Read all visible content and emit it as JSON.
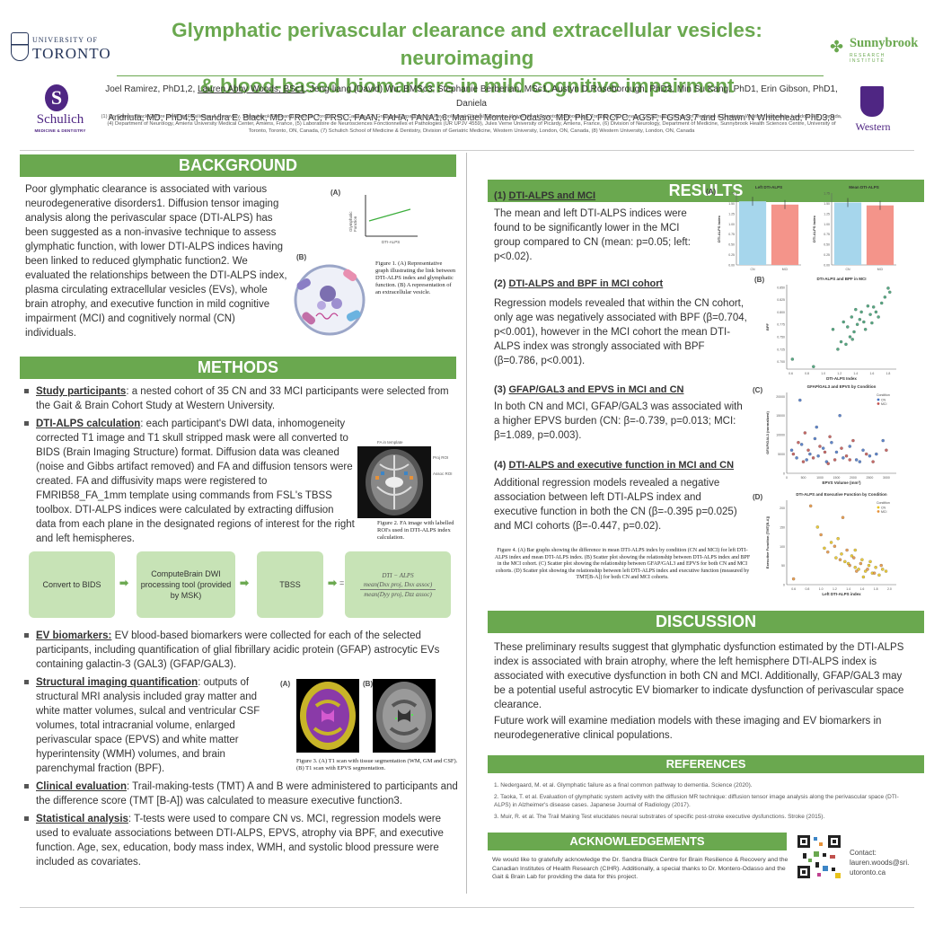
{
  "header": {
    "title_line1": "Glymphatic perivascular clearance and extracellular vesicles: neuroimaging",
    "title_line2": "& blood-based biomarkers in mild cognitive impairment",
    "authors_line1_a": "Joel Ramirez, PhD1,2, ",
    "authors_line1_b": "Lauren Abby Woods, BSc1",
    "authors_line1_c": ", Jeng-liang (David) Wu, BMSc3, Stephanie Berberian, MSc1, Austyn D Roseborough, PhD3, Min Su Kang, PhD1, Erin Gibson, PhD1, Daniela",
    "authors_line2": "Andriuta, MD, PhD4,5, Sandra E. Black, MD, FRCPC, FRSC, FAAN, FAHA, FANA1,6, Manuel Montero-Odasso, MD, PhD, FRCPC, AGSF, FGSA3,7 and Shawn N Whitehead, PhD3,8",
    "affiliations": "(1) Dr. Sandra Black Centre for Brain Resilience & Recovery, Sunnybrook Research Institute, Toronto, ON, Canada, (2) Graduate Department of Psychological Clinical Sciences, University of Toronto Scarborough, Toronto, ON, Canada, (3) Schulich School of Medicine & Dentistry, Western University, London, ON, Canada, (4) Department of Neurology, Amiens University Medical Center, Amiens, France, (5) Laboratoire de Neurosciences Fonctionnelles et Pathologies (UR UPJV 4559), Jules Verne University of Picardy, Amiens, France, (6) Division of Neurology, Department of Medicine, Sunnybrook Health Sciences Centre, University of Toronto, Toronto, ON, Canada, (7) Schulich School of Medicine & Dentistry, Division of Geriatric Medicine, Western University, London, ON, Canada, (8) Western University, London, ON, Canada"
  },
  "logos": {
    "uoft_top": "UNIVERSITY OF",
    "uoft_big": "TORONTO",
    "sunnybrook_name": "Sunnybrook",
    "sunnybrook_sub": "RESEARCH INSTITUTE",
    "schulich_mark": "S",
    "schulich_name": "Schulich",
    "schulich_sub": "MEDICINE & DENTISTRY",
    "western_name": "Western"
  },
  "background": {
    "heading": "BACKGROUND",
    "text": "Poor glymphatic clearance is associated with various neurodegenerative disorders1. Diffusion tensor imaging analysis along the perivascular space (DTI-ALPS) has been suggested as a non-invasive technique to assess glymphatic function, with lower DTI-ALPS indices having been linked to reduced glymphatic function2. We evaluated the relationships between the DTI-ALPS index, plasma circulating extracellular vesicles (EVs), whole brain atrophy, and executive function in mild cognitive impairment (MCI) and cognitively normal (CN) individuals.",
    "fig_a_label": "(A)",
    "fig_b_label": "(B)",
    "fig_a_ylabel": "Glymphatic Function",
    "fig_a_xlabel": "DTI-ALPS",
    "caption": "Figure 1. (A) Representative graph illustrating the link between DTI-ALPS index and glymphatic function. (B) A representation of an extracellular vesicle."
  },
  "methods": {
    "heading": "METHODS",
    "item1_key": "Study participants",
    "item1_text": ": a nested cohort of 35 CN and 33 MCI participants were selected from the Gait & Brain Cohort Study at Western University.",
    "item2_key": "DTI-ALPS calculation",
    "item2_text": ": each participant's DWI data, inhomogeneity corrected T1 image and T1 skull stripped mask were all converted to BIDS (Brain Imaging Structure) format. Diffusion data was cleaned (noise and Gibbs artifact removed) and FA and diffusion tensors were created. FA and diffusivity maps were registered to FMRIB58_FA_1mm template using commands from FSL's TBSS toolbox. DTI-ALPS indices were calculated by extracting diffusion data from each plane in the designated regions of interest for the right and left hemispheres.",
    "fig2_title": "FA in template",
    "fig2_proj": "Proj ROI",
    "fig2_assoc": "Assoc ROI",
    "fig2_caption": "Figure 2. FA image with labelled ROI's used in DTI-ALPS index calculation.",
    "flow": [
      "Convert to BIDS",
      "ComputeBrain DWI processing tool (provided by MSK)",
      "TBSS"
    ],
    "formula_top": "DTI − ALPS",
    "formula_mid": "mean(Dxx proj, Dxx assoc)",
    "formula_bot": "mean(Dyy proj, Dzz assoc)",
    "item3_key": "EV biomarkers:",
    "item3_text": " EV blood-based biomarkers were collected for each of the selected participants, including quantification of glial fibrillary acidic protein (GFAP) astrocytic EVs containing galactin-3 (GAL3) (GFAP/GAL3).",
    "item4_key": "Structural imaging quantification",
    "item4_text": ": outputs of structural MRI analysis included gray matter and white matter volumes, sulcal and ventricular CSF volumes, total intracranial volume, enlarged perivascular space (EPVS) and white matter hyperintensity (WMH) volumes, and brain parenchymal fraction (BPF).",
    "fig3_a": "(A)",
    "fig3_b": "(B)",
    "fig3_caption": "Figure 3. (A) T1 scan with tissue segmentation (WM, GM and CSF). (B) T1 scan with EPVS segmentation.",
    "item5_key": "Clinical evaluation",
    "item5_text": ": Trail-making-tests (TMT) A and B were administered to participants and the difference score (TMT [B-A]) was calculated to measure executive function3.",
    "item6_key": "Statistical analysis",
    "item6_text": ": T-tests were used to compare CN vs. MCI, regression models were used to evaluate associations between DTI-ALPS, EPVS, atrophy via BPF, and executive function. Age, sex, education, body mass index, WMH, and systolic blood pressure were included as covariates."
  },
  "results": {
    "heading": "RESULTS",
    "s1_num": "(1) ",
    "s1_title": "DTI-ALPS and MCI",
    "s1_text": "The mean and left DTI-ALPS indices were found to be significantly lower in the MCI group compared to CN (mean: p=0.05; left: p<0.02).",
    "s2_num": "(2) ",
    "s2_title": "DTI-ALPS and BPF in MCI cohort",
    "s2_text": "Regression models revealed that within the CN cohort, only age was negatively associated with BPF (β=0.704, p<0.001), however in the MCI cohort the mean DTI-ALPS index was strongly associated with BPF (β=0.786, p<0.001).",
    "s3_num": "(3) ",
    "s3_title": "GFAP/GAL3 and EPVS in MCI and CN",
    "s3_text": "In both CN and MCI, GFAP/GAL3 was associated with a higher EPVS burden (CN: β=-0.739, p=0.013; MCI: β=1.089, p=0.003).",
    "s4_num": "(4) ",
    "s4_title": "DTI-ALPS and executive function in MCI and CN",
    "s4_text": "Additional regression models revealed a negative association between left DTI-ALPS index and executive function in both the CN (β=-0.395 p=0.025) and MCI cohorts (β=-0.447, p=0.02).",
    "fig4_caption": "Figure 4. (A) Bar graphs showing the difference in mean DTI-ALPS index by condition (CN and MCI) for left DTI-ALPS index and mean DTI-ALPS index. (B) Scatter plot showing the relationship between DTI-ALPS index and BPF in the MCI cohort. (C) Scatter plot showing the relationship between GFAP/GAL3 and EPVS for both CN and MCI cohorts. (D) Scatter plot showing the relationship between left DTI-ALPS index and executive function (measured by TMT[B-A]) for both CN and MCI cohorts.",
    "panel_a": "(A)",
    "panel_b": "(B)",
    "panel_c": "(C)",
    "panel_d": "(D)"
  },
  "chart_data": [
    {
      "type": "bar",
      "title": "Left DTI-ALPS",
      "categories": [
        "CN",
        "MCI"
      ],
      "values": [
        1.55,
        1.47
      ],
      "ylabel": "DTI-ALPS Index",
      "ylim": [
        0,
        1.75
      ],
      "yticks": [
        "0.00",
        "0.25",
        "0.50",
        "0.75",
        "1.00",
        "1.25",
        "1.50",
        "1.75"
      ],
      "colors": [
        "#a6d6ec",
        "#f4948a"
      ]
    },
    {
      "type": "bar",
      "title": "Mean DTI-ALPS",
      "categories": [
        "CN",
        "MCI"
      ],
      "values": [
        1.52,
        1.45
      ],
      "ylabel": "DTI-ALPS Index",
      "ylim": [
        0,
        1.75
      ],
      "yticks": [
        "0.00",
        "0.25",
        "0.50",
        "0.75",
        "1.00",
        "1.25",
        "1.50",
        "1.75"
      ],
      "colors": [
        "#a6d6ec",
        "#f4948a"
      ]
    },
    {
      "type": "scatter",
      "title": "DTI-ALPS and BPF in MCI",
      "xlabel": "DTI-ALPS Index",
      "ylabel": "BPF",
      "xlim": [
        0.55,
        1.9
      ],
      "ylim": [
        0.685,
        0.855
      ],
      "xticks": [
        "0.6",
        "0.8",
        "1.0",
        "1.2",
        "1.4",
        "1.6",
        "1.8"
      ],
      "yticks": [
        "0.700",
        "0.725",
        "0.750",
        "0.775",
        "0.800",
        "0.825",
        "0.850"
      ],
      "x": [
        0.62,
        0.88,
        1.12,
        1.18,
        1.22,
        1.25,
        1.28,
        1.3,
        1.33,
        1.35,
        1.36,
        1.38,
        1.4,
        1.42,
        1.45,
        1.47,
        1.5,
        1.52,
        1.55,
        1.58,
        1.6,
        1.62,
        1.65,
        1.68,
        1.72,
        1.76,
        1.8,
        1.82
      ],
      "y": [
        0.705,
        0.69,
        0.765,
        0.725,
        0.74,
        0.78,
        0.735,
        0.77,
        0.75,
        0.79,
        0.745,
        0.76,
        0.805,
        0.775,
        0.785,
        0.8,
        0.78,
        0.765,
        0.812,
        0.795,
        0.778,
        0.81,
        0.8,
        0.79,
        0.818,
        0.83,
        0.848,
        0.84
      ],
      "color": "#3a9b6e"
    },
    {
      "type": "scatter",
      "title": "GFAP/GAL3 and EPVS by Condition",
      "xlabel": "EPVS Volume (mm³)",
      "ylabel": "GFAP/GAL3 (normalized)",
      "xlim": [
        0,
        3300
      ],
      "ylim": [
        0,
        21000
      ],
      "xticks": [
        "0",
        "500",
        "1000",
        "1500",
        "2000",
        "2500",
        "3000"
      ],
      "yticks": [
        "0",
        "5000",
        "10000",
        "15000",
        "20000"
      ],
      "legend_title": "Condition",
      "legend_placement": "top-right",
      "series": [
        {
          "name": "CN",
          "color": "#4472c4",
          "x": [
            150,
            300,
            450,
            600,
            700,
            850,
            950,
            1100,
            1200,
            1350,
            1500,
            1700,
            1900,
            2100,
            2300,
            2500,
            2700,
            400,
            900,
            1600,
            2200,
            2900
          ],
          "y": [
            6000,
            4000,
            7500,
            3500,
            5000,
            9000,
            4500,
            6500,
            3000,
            8000,
            5500,
            4000,
            7000,
            3500,
            6000,
            4500,
            5000,
            19000,
            12000,
            15000,
            3000,
            8500
          ]
        },
        {
          "name": "MCI",
          "color": "#c0504d",
          "x": [
            200,
            350,
            500,
            650,
            800,
            1000,
            1150,
            1300,
            1450,
            1650,
            1800,
            2000,
            2400,
            2600,
            3000,
            550,
            1250,
            1900
          ],
          "y": [
            5000,
            8000,
            3000,
            6000,
            4000,
            7000,
            5500,
            9500,
            3500,
            6500,
            4500,
            8500,
            5000,
            3000,
            6000,
            10500,
            2500,
            3500
          ]
        }
      ]
    },
    {
      "type": "scatter",
      "title": "DTI-ALPS and Executive Function by Condition",
      "xlabel": "Left DTI-ALPS index",
      "ylabel": "Executive Function (TMT[B-A])",
      "xlim": [
        0.5,
        2.1
      ],
      "ylim": [
        0,
        220
      ],
      "xticks": [
        "0.6",
        "0.8",
        "1.0",
        "1.2",
        "1.4",
        "1.6",
        "1.8",
        "2.0"
      ],
      "yticks": [
        "0",
        "50",
        "100",
        "150",
        "200"
      ],
      "legend_title": "Condition",
      "legend_placement": "top-right",
      "series": [
        {
          "name": "CN",
          "color": "#e8c21a",
          "x": [
            0.95,
            1.05,
            1.15,
            1.22,
            1.3,
            1.35,
            1.4,
            1.45,
            1.5,
            1.55,
            1.6,
            1.65,
            1.7,
            1.75,
            1.8,
            1.85,
            1.9,
            1.95,
            1.25,
            1.5,
            1.62,
            1.72
          ],
          "y": [
            150,
            95,
            110,
            70,
            80,
            60,
            55,
            75,
            45,
            40,
            65,
            35,
            50,
            30,
            45,
            25,
            40,
            35,
            120,
            90,
            20,
            60
          ]
        },
        {
          "name": "MCI",
          "color": "#e69138",
          "x": [
            0.6,
            0.85,
            1.0,
            1.1,
            1.2,
            1.28,
            1.38,
            1.42,
            1.48,
            1.58,
            1.68,
            1.78,
            1.88,
            1.32,
            1.52
          ],
          "y": [
            15,
            205,
            130,
            85,
            100,
            65,
            90,
            50,
            70,
            55,
            40,
            30,
            50,
            175,
            35
          ]
        }
      ]
    }
  ],
  "discussion": {
    "heading": "DISCUSSION",
    "p1": "These preliminary results suggest that glymphatic dysfunction estimated by the DTI-ALPS index is associated with brain atrophy, where the left hemisphere DTI-ALPS index is associated with executive dysfunction in both CN and MCI. Additionally, GFAP/GAL3 may be a potential useful astrocytic EV biomarker to indicate dysfunction of perivascular space clearance.",
    "p2": "Future work will examine mediation models with these imaging and EV biomarkers in neurodegenerative clinical populations."
  },
  "references": {
    "heading": "REFERENCES",
    "r1": "1. Nedergaard, M. et al. Glymphatic failure as a final common pathway to dementia. Science (2020).",
    "r2": "2. Taoka, T. et al. Evaluation of glymphatic system activity with the diffusion MR technique: diffusion tensor image analysis along the perivascular space (DTI-ALPS) in Alzheimer's disease cases. Japanese Journal of Radiology (2017).",
    "r3": "3. Muir, R. et al. The Trail Making Test elucidates neural substrates of specific post-stroke executive dysfunctions. Stroke (2015)."
  },
  "acknowledgements": {
    "heading": "ACKNOWLEDGEMENTS",
    "text": "We would like to gratefully acknowledge the Dr. Sandra Black Centre for Brain Resilience & Recovery and the Canadian Institutes of Health Research (CIHR). Additionally, a special thanks to Dr. Montero-Odasso and the Gait & Brain Lab for providing the data for this project.",
    "contact_label": "Contact:",
    "contact_line1": "lauren.woods@sri.",
    "contact_line2": "utoronto.ca"
  },
  "colors": {
    "accent": "#6aa84f",
    "flow_box": "#c7e3b6",
    "purple": "#4f2683"
  }
}
